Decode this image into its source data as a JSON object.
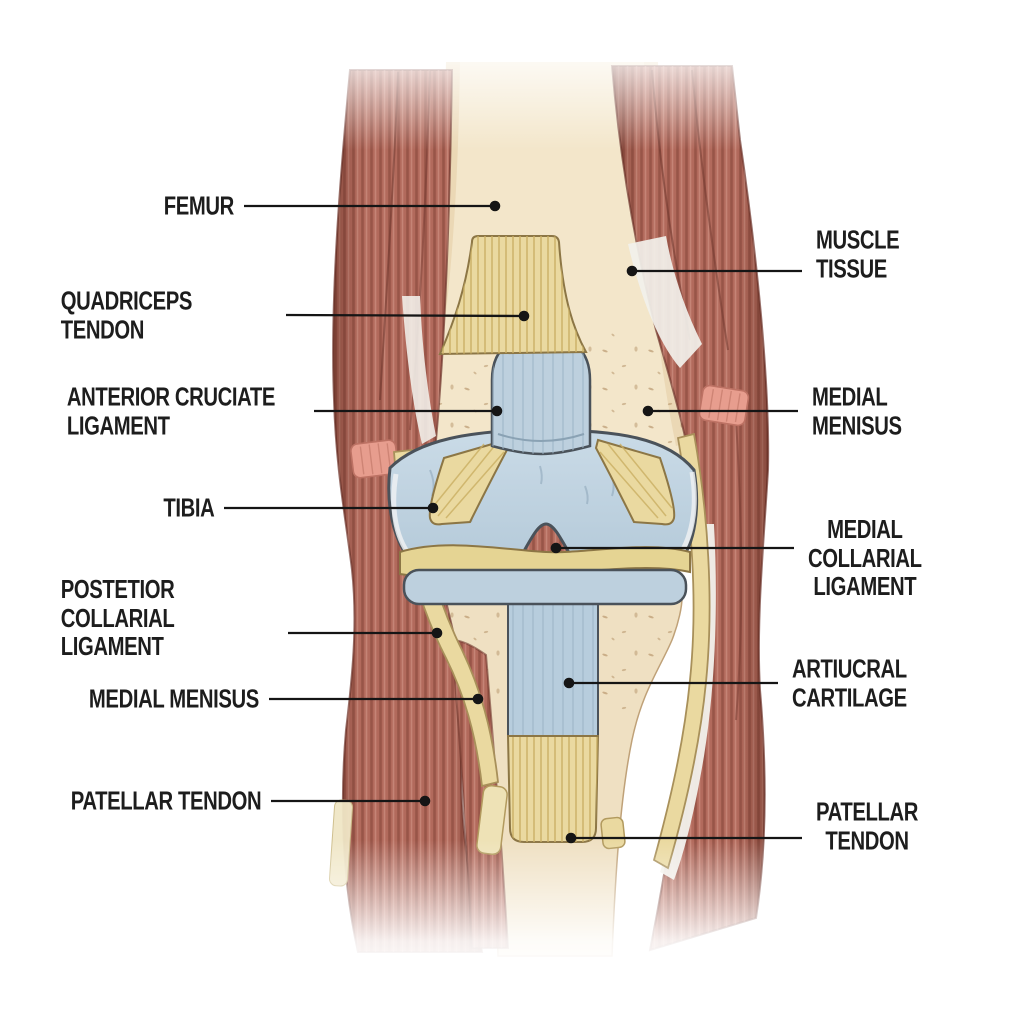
{
  "figure": {
    "name": "Knee Joint Anatomy Diagram",
    "style": "labeled medical illustration, anterior view of knee joint",
    "palette": {
      "background": "#ffffff",
      "muscle": "#b26a5c",
      "muscle_dark": "#7e4034",
      "muscle_highlight": "#dba493",
      "bone": "#f3e6ca",
      "bone_tibia": "#efe0c2",
      "bone_speckle": "#b08c60",
      "tendon": "#ead9a0",
      "tendon_line": "#c9ae62",
      "meniscus": "#e5d493",
      "cartilage": "#bdd0de",
      "cartilage_band": "#b7cddd",
      "ligament_white": "#f2f1ec",
      "pink_band": "#e79d8e",
      "outline_dark": "#4a525a",
      "label_text": "#1d1d1d",
      "leader_line": "#151515"
    },
    "labels": {
      "left": [
        {
          "text": "FEMUR"
        },
        {
          "text": "QUADRICEPS TENDON"
        },
        {
          "text": "ANTERIOR CRUCIATE LIGAMENT"
        },
        {
          "text": "TIBIA"
        },
        {
          "text": "POSTETIOR\nCOLLARIAL LIGAMENT"
        },
        {
          "text": "MEDIAL MENISUS"
        },
        {
          "text": "PATELLAR TENDON"
        }
      ],
      "right": [
        {
          "text": "MUSCLE\nTISSUE"
        },
        {
          "text": "MEDIAL MENISUS"
        },
        {
          "text": "MEDIAL\nCOLLARIAL\nLIGAMENT"
        },
        {
          "text": "ARTIUCRAL CARTILAGE"
        },
        {
          "text": "PATELLAR\nTENDON"
        }
      ]
    }
  }
}
